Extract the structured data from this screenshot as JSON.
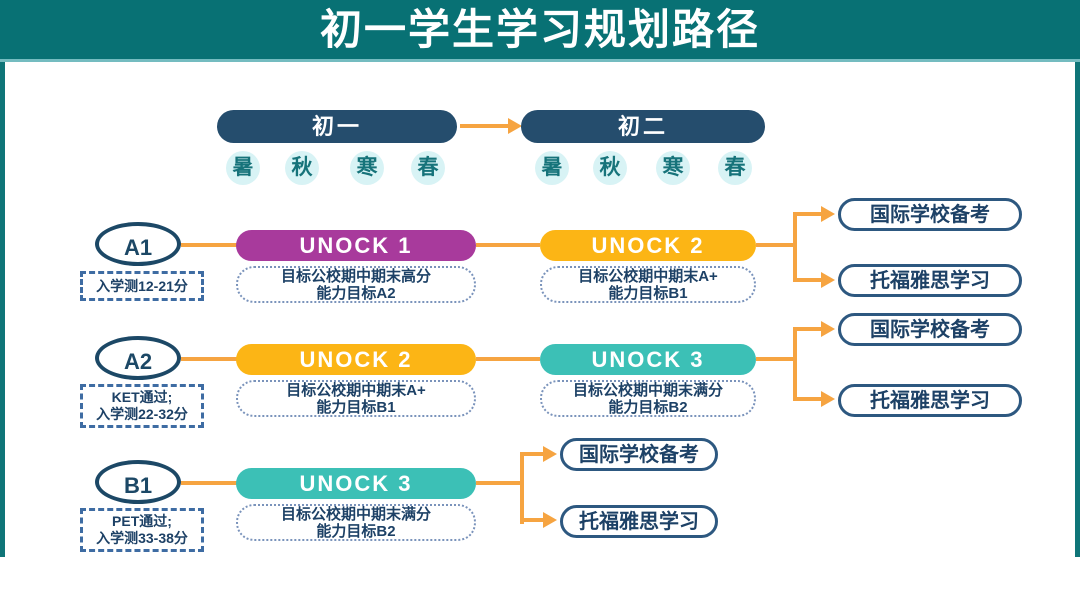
{
  "header": {
    "title": "初一学生学习规划路径"
  },
  "colors": {
    "header_teal": "#087174",
    "navy": "#254d6d",
    "text_navy": "#1d4166",
    "orange": "#f6a441",
    "purple": "#a83a9c",
    "yellow": "#fcb515",
    "teal": "#3cc0b6",
    "season_bg": "#d8f3f5",
    "season_text": "#16737a",
    "outline_navy": "#2d5880"
  },
  "timeline": {
    "grade1": "初一",
    "grade2": "初二",
    "seasons1": [
      "暑",
      "秋",
      "寒",
      "春"
    ],
    "seasons2": [
      "暑",
      "秋",
      "寒",
      "春"
    ]
  },
  "rows": [
    {
      "level": "A1",
      "entry": [
        "入学测12-21分"
      ],
      "stages": [
        {
          "label": "UNOCK 1",
          "color_key": "purple",
          "goal": [
            "目标公校期中期末高分",
            "能力目标A2"
          ]
        },
        {
          "label": "UNOCK 2",
          "color_key": "yellow",
          "goal": [
            "目标公校期中期末A+",
            "能力目标B1"
          ]
        }
      ],
      "outcomes": [
        "国际学校备考",
        "托福雅思学习"
      ]
    },
    {
      "level": "A2",
      "entry": [
        "KET通过;",
        "入学测22-32分"
      ],
      "stages": [
        {
          "label": "UNOCK 2",
          "color_key": "yellow",
          "goal": [
            "目标公校期中期末A+",
            "能力目标B1"
          ]
        },
        {
          "label": "UNOCK 3",
          "color_key": "teal",
          "goal": [
            "目标公校期中期末满分",
            "能力目标B2"
          ]
        }
      ],
      "outcomes": [
        "国际学校备考",
        "托福雅思学习"
      ]
    },
    {
      "level": "B1",
      "entry": [
        "PET通过;",
        "入学测33-38分"
      ],
      "stages": [
        {
          "label": "UNOCK 3",
          "color_key": "teal",
          "goal": [
            "目标公校期中期末满分",
            "能力目标B2"
          ]
        }
      ],
      "outcomes": [
        "国际学校备考",
        "托福雅思学习"
      ]
    }
  ]
}
